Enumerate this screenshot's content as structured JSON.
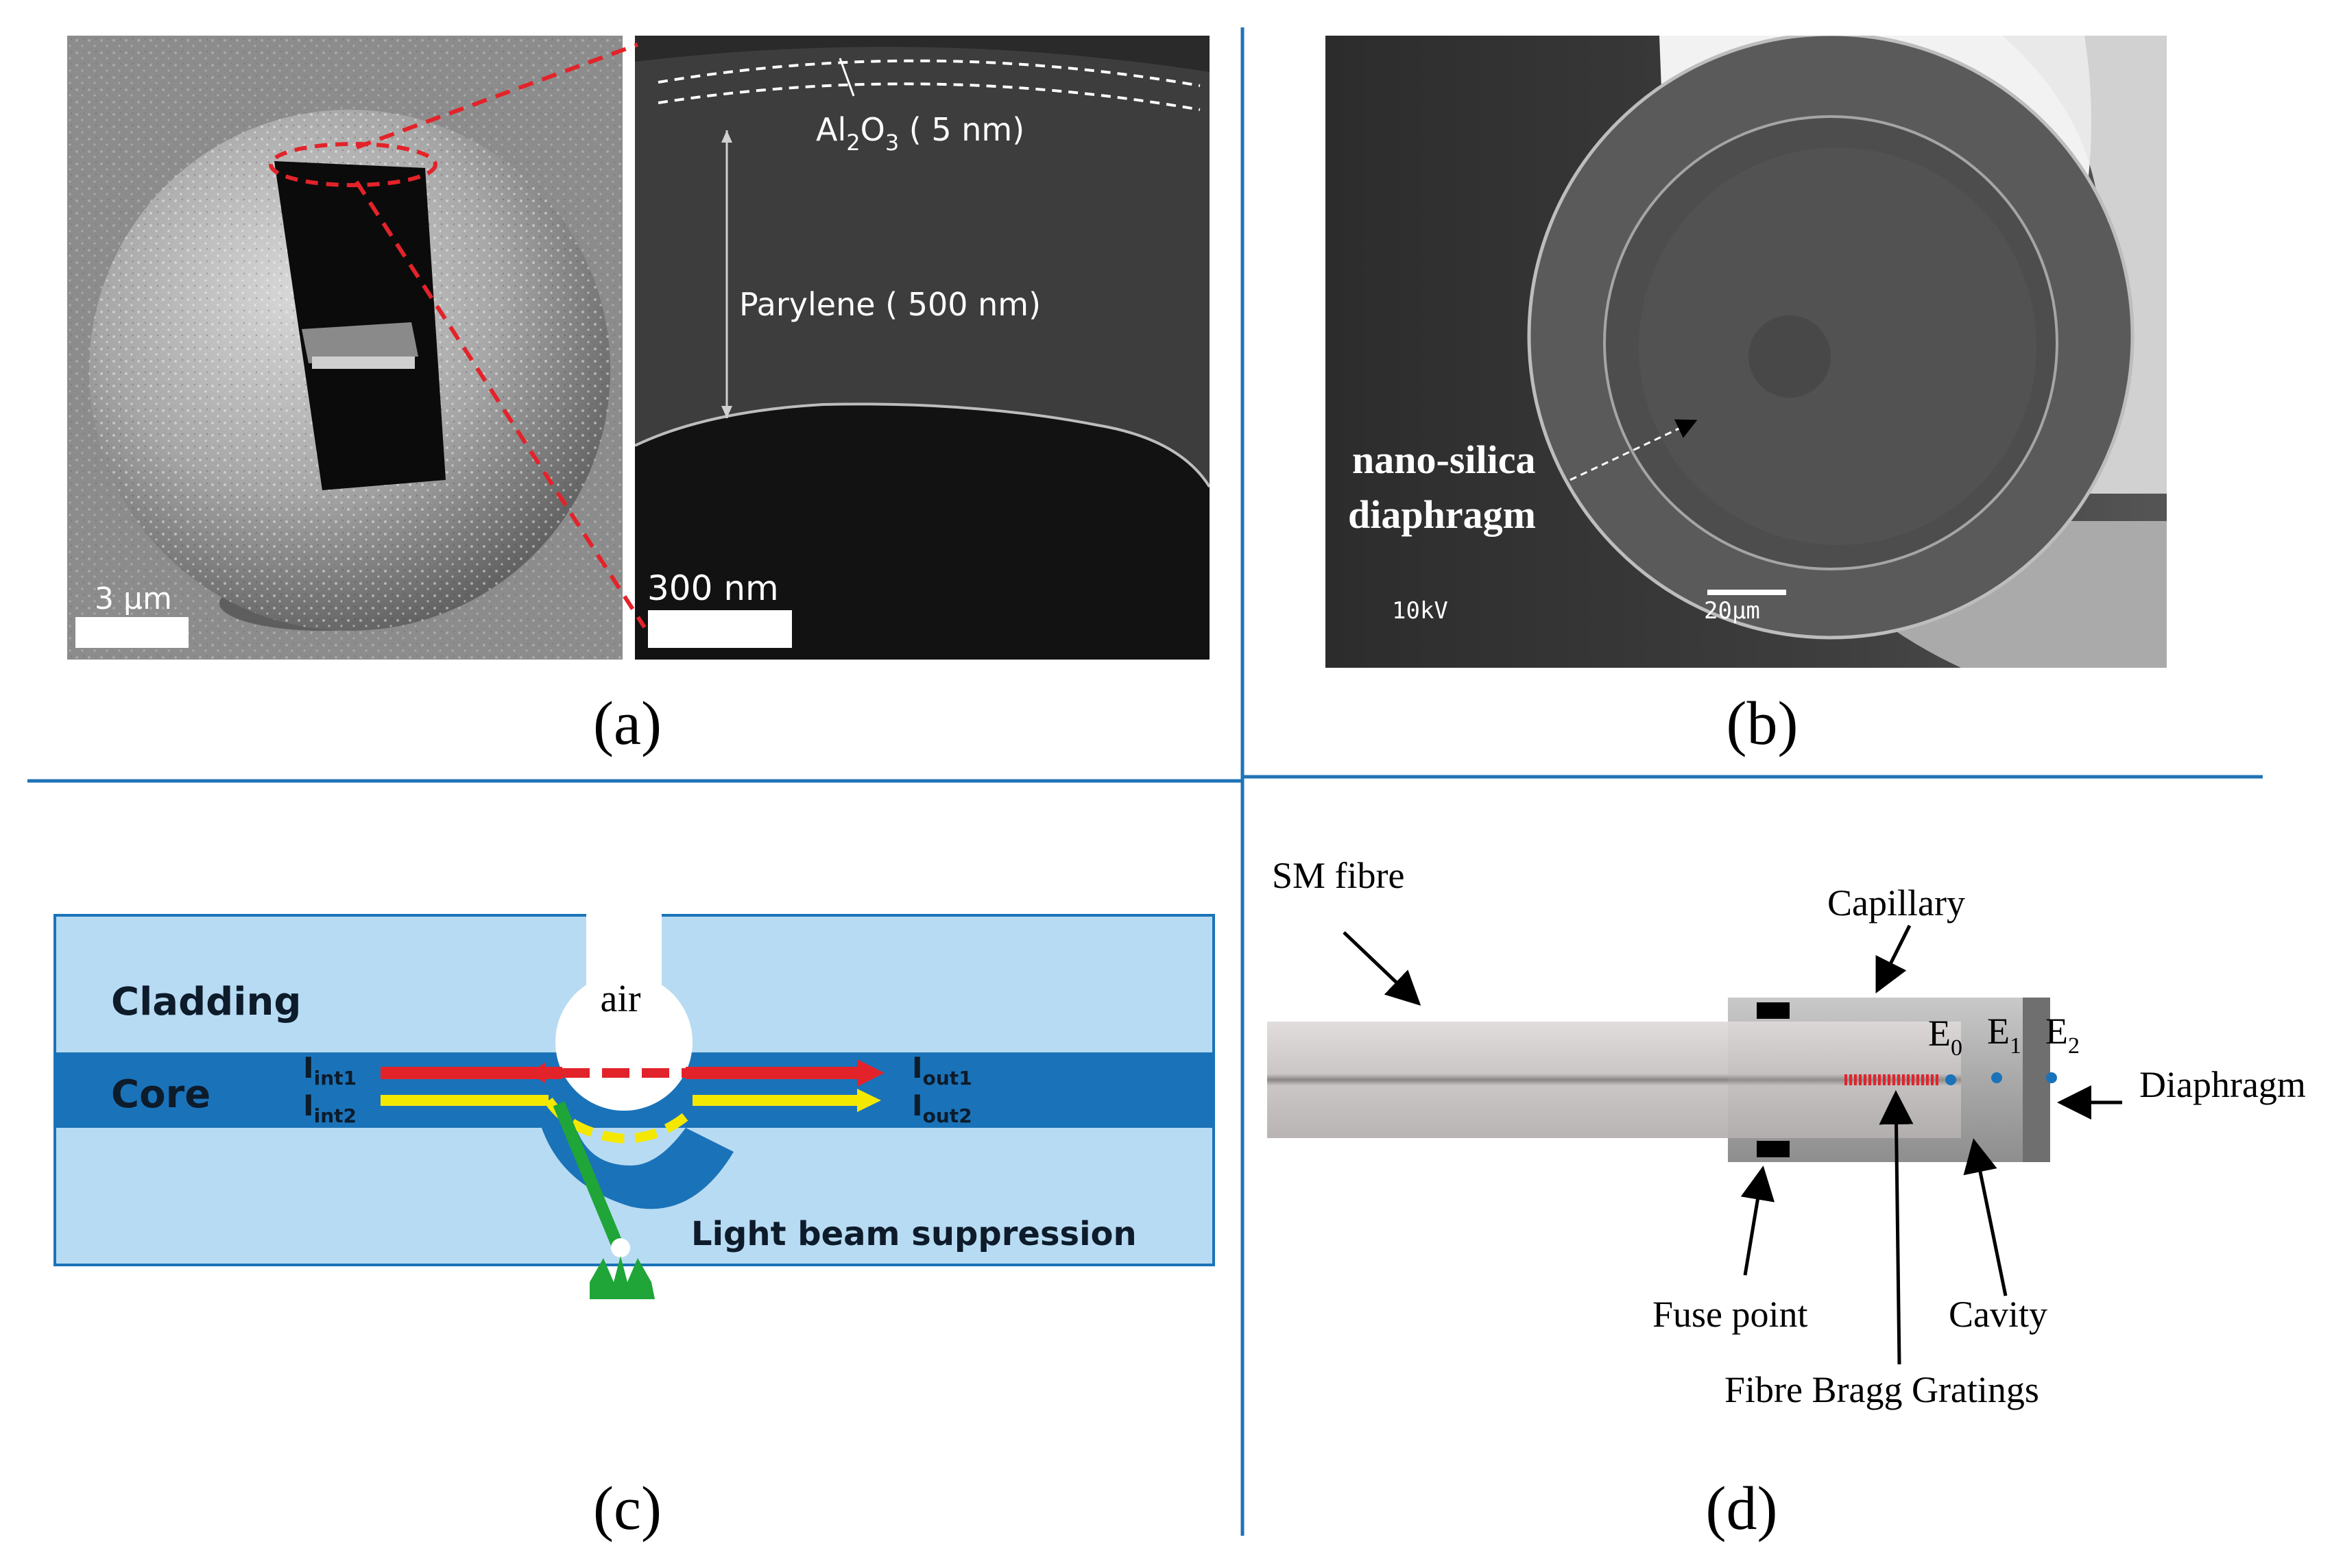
{
  "colors": {
    "divider": "#1f73b7",
    "red": "#e3232a",
    "yellow": "#f5e800",
    "green": "#1fa538",
    "cladding": "#b7dbf2",
    "core": "#1a73b9",
    "fibre": "#c9c4c4",
    "capillary": "#b3b3b3"
  },
  "panels": {
    "a": {
      "label": "(a)",
      "scale_left": "3 µm",
      "scale_right": "300 nm",
      "layer1_main": "Al",
      "layer1_sub1": "2",
      "layer1_mid": "O",
      "layer1_sub2": "3",
      "layer1_rest": " ( 5 nm)",
      "layer2": "Parylene ( 500 nm)"
    },
    "b": {
      "label": "(b)",
      "annotation_line1": "nano-silica",
      "annotation_line2": "diaphragm",
      "voltage": "10kV",
      "scale": "20µm"
    },
    "c": {
      "label": "(c)",
      "cladding": "Cladding",
      "core": "Core",
      "air": "air",
      "in1": "I",
      "in1_sub": "int1",
      "in2": "I",
      "in2_sub": "int2",
      "out1": "I",
      "out1_sub": "out1",
      "out2": "I",
      "out2_sub": "out2",
      "suppression": "Light beam suppression"
    },
    "d": {
      "label": "(d)",
      "sm_fibre": "SM fibre",
      "capillary": "Capillary",
      "diaphragm": "Diaphragm",
      "fuse_point": "Fuse point",
      "cavity": "Cavity",
      "gratings": "Fibre Bragg Gratings",
      "e0": "E",
      "e0_sub": "0",
      "e1": "E",
      "e1_sub": "1",
      "e2": "E",
      "e2_sub": "2"
    }
  }
}
